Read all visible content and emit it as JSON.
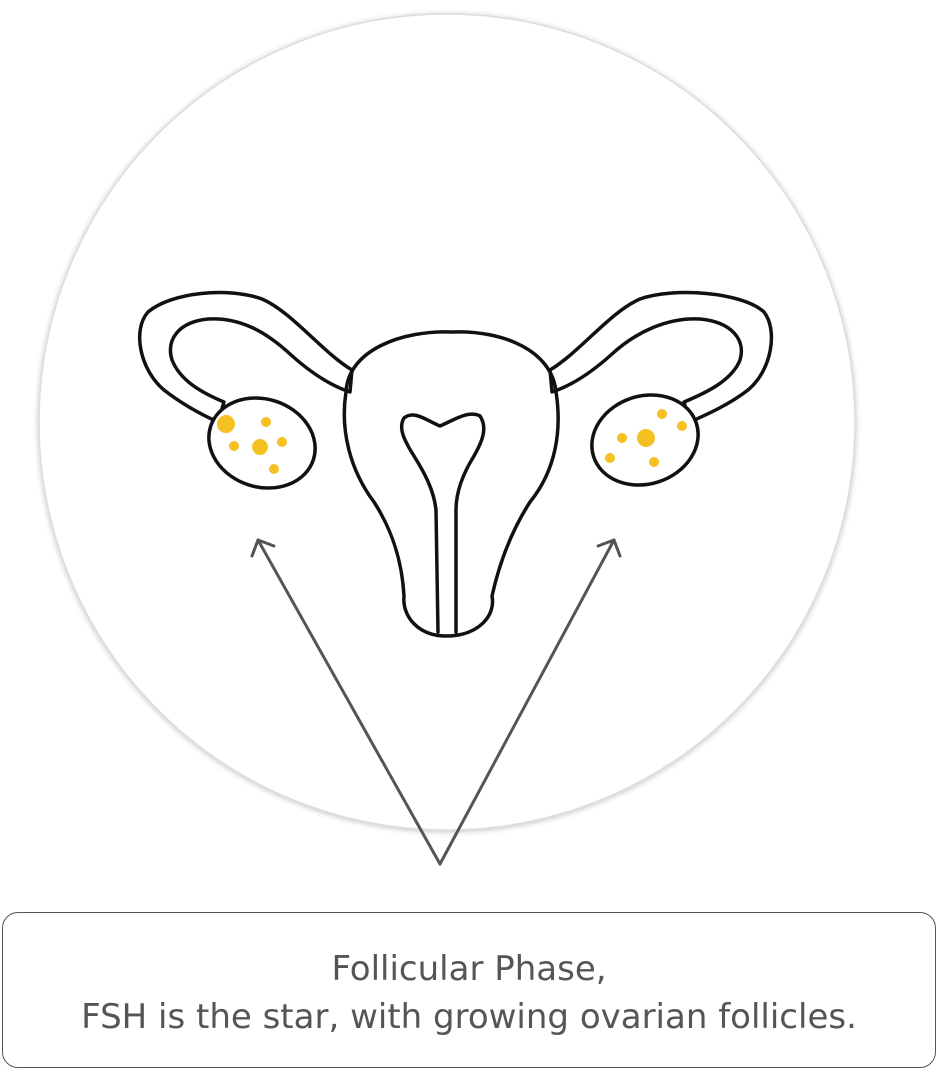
{
  "caption": {
    "line1": "Follicular Phase,",
    "line2": "FSH is the star, with growing ovarian follicles."
  },
  "colors": {
    "outline": "#111111",
    "follicle": "#F5C022",
    "arrow": "#555555",
    "circle_border": "#d9d9d9",
    "caption_text": "#555555"
  },
  "icons": {
    "uterus": "uterus-icon",
    "ovary_left": "left-ovary",
    "ovary_right": "right-ovary",
    "arrows": "arrow-icon"
  }
}
